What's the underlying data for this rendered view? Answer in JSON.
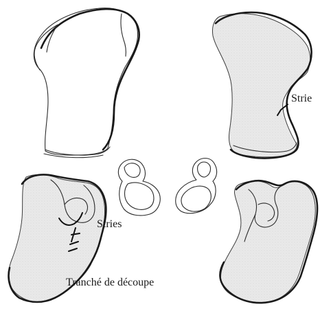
{
  "labels": {
    "stries_right": "Strie",
    "stries_center": "Stries",
    "tranche": "Tranché de découpe"
  },
  "colors": {
    "stroke": "#1a1a1a",
    "bone_fill": "#e6e6e6",
    "background": "#ffffff"
  }
}
